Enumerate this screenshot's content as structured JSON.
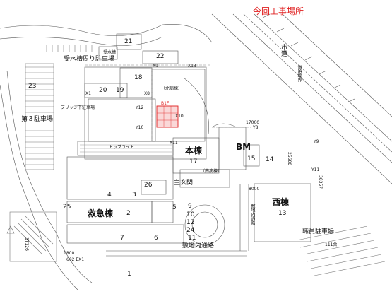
{
  "title": {
    "text": "今回工事場所",
    "color": "#e02020"
  },
  "accent_color": "#e02020",
  "buildings": {
    "honto": "本棟",
    "bm": "BM",
    "nishito": "西棟",
    "kyukyuto": "救急棟",
    "kitabyoto": "（北病棟）",
    "minamibyoto": "（南病棟）",
    "shogenkan": "主玄関"
  },
  "places": {
    "jusuiso_parking": "受水槽周り駐車場",
    "jusuiso": "受水槽",
    "parking3": "第３駐車場",
    "bridge_parking": "ブリッジ下駐車場",
    "top_light": "トップライト",
    "shikichi_road": "敷地内通路",
    "shikichi_road_v": "敷地内通路",
    "shokuin_parking": "職員駐車場",
    "sido": "市道",
    "road_boundary": "道路境界"
  },
  "construction_label": "B1F",
  "area_numbers": [
    "21",
    "22",
    "18",
    "20",
    "19",
    "23",
    "17",
    "15",
    "14",
    "26",
    "4",
    "3",
    "25",
    "2",
    "5",
    "9",
    "10",
    "12",
    "24",
    "11",
    "7",
    "6",
    "13",
    "1"
  ],
  "grid_labels": {
    "x9": "X9",
    "x13": "X13",
    "x1": "X1",
    "x8": "X8",
    "y12": "Y12",
    "y10": "Y10",
    "y8": "Y8",
    "y9": "Y9",
    "y11": "Y11",
    "x11": "X11",
    "x10": "X10",
    "d17000": "17000",
    "d8000": "8000",
    "d25600": "25600",
    "d38357": "38357",
    "d111": "111台",
    "d1800": "1800",
    "d3tl": "3T126",
    "dbot": "602 EX1"
  }
}
